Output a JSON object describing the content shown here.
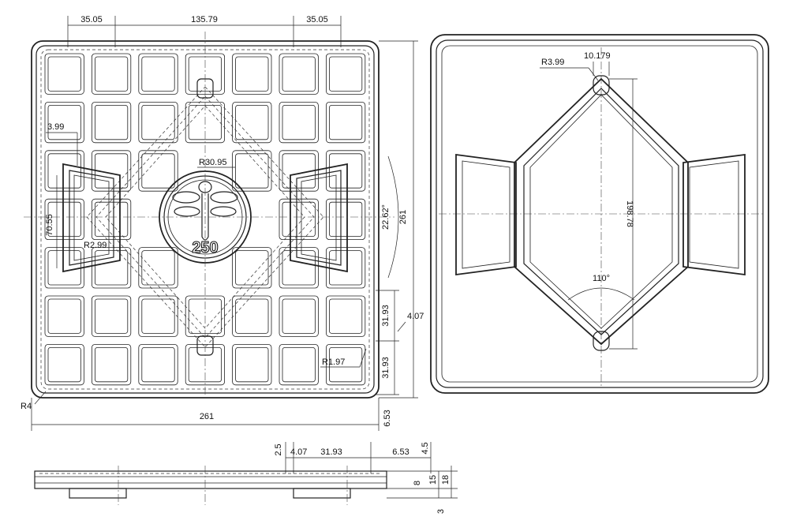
{
  "drawing": {
    "left_view": {
      "dims": {
        "top_left": "35.05",
        "top_mid": "135.79",
        "top_right": "35.05",
        "side_small_r": "3.99",
        "r_center": "R30.95",
        "height_70": "70.55",
        "r_2_99": "R2.99",
        "angle": "22.62°",
        "height_261": "261",
        "pitch_1": "31.93",
        "pitch_2": "31.93",
        "offset_4_07": "4.07",
        "r_1_97": "R1.97",
        "r_4": "R4",
        "width_261": "261",
        "bottom_6_53": "6.53"
      },
      "logo_number": "250"
    },
    "right_view": {
      "dims": {
        "r_3_99": "R3.99",
        "w_10_179": "10.179",
        "height_198": "198.78",
        "angle_110": "110°"
      }
    },
    "bottom_view": {
      "dims": {
        "d_2_5": "2.5",
        "d_4_07": "4.07",
        "d_31_93": "31.93",
        "d_6_53": "6.53",
        "d_4_5": "4.5",
        "d_8": "8",
        "d_15": "15",
        "d_18": "18",
        "d_3": "3"
      }
    }
  }
}
